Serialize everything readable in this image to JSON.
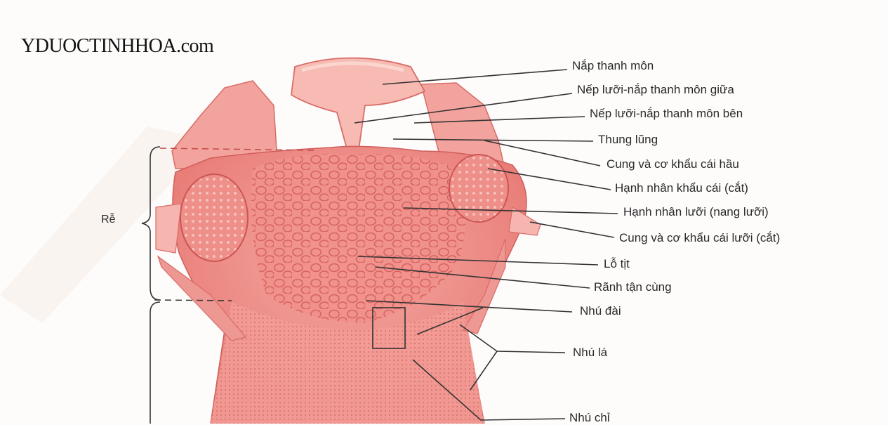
{
  "watermark": "YDUOCTINHHOA.com",
  "side_label": "Rễ",
  "labels": [
    "Nắp thanh môn",
    "Nếp lưỡi-nắp thanh môn giữa",
    "Nếp lưỡi-nắp thanh môn bên",
    "Thung lũng",
    "Cung và cơ khẩu cái hầu",
    "Hạnh nhân khẩu cái (cắt)",
    "Hạnh nhân lưỡi (nang lưỡi)",
    "Cung và cơ khẩu cái lưỡi (cắt)",
    "Lỗ tịt",
    "Rãnh tận cùng",
    "Nhú đài",
    "Nhú lá",
    "Nhú chỉ"
  ],
  "colors": {
    "tissue": "#ef8a86",
    "tissue_dark": "#d9605f",
    "tissue_light": "#f6b3ad",
    "leader": "#333333"
  }
}
